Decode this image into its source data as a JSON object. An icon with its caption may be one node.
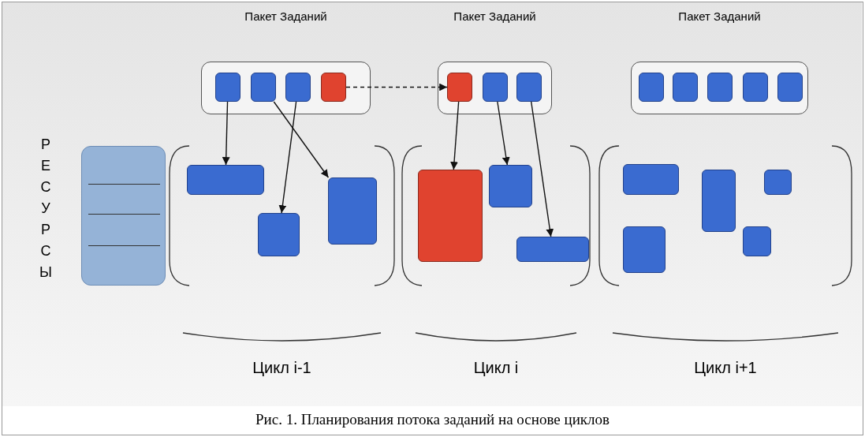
{
  "diagram": {
    "caption": "Рис. 1. Планирования потока заданий на основе циклов",
    "nodes": [
      {
        "text": [
          "Пакет Заданий"
        ]
      },
      {
        "text": [],
        "shape": "box",
        "in": 0
      },
      {
        "text": [],
        "shape": "box",
        "in": 0
      },
      {
        "text": [],
        "shape": "box",
        "in": 0
      },
      {
        "text": [],
        "shape": "box",
        "in": 0
      },
      {
        "text": [
          "Пакет Заданий"
        ]
      },
      {
        "text": [],
        "shape": "box",
        "in": 5
      },
      {
        "text": [],
        "shape": "box",
        "in": 5
      },
      {
        "text": [],
        "shape": "box",
        "in": 5
      },
      {
        "text": [
          "Пакет Заданий"
        ]
      },
      {
        "text": [],
        "shape": "box",
        "in": 9
      },
      {
        "text": [],
        "shape": "box",
        "in": 9
      },
      {
        "text": [],
        "shape": "box",
        "in": 9
      },
      {
        "text": [],
        "shape": "box",
        "in": 9
      },
      {
        "text": [],
        "shape": "box",
        "in": 9
      },
      {
        "text": [],
        "shape": "box",
        "beside": [
          "РЕСУРСЫ"
        ]
      },
      {
        "text": [
          "Цикл i-1"
        ]
      },
      {
        "text": [],
        "shape": "box",
        "in": 16
      },
      {
        "text": [],
        "shape": "box",
        "in": 16
      },
      {
        "text": [],
        "shape": "box",
        "in": 16
      },
      {
        "text": [
          "Цикл i"
        ]
      },
      {
        "text": [],
        "shape": "box",
        "in": 20
      },
      {
        "text": [],
        "shape": "box",
        "in": 20
      },
      {
        "text": [],
        "shape": "box",
        "in": 20
      },
      {
        "text": [
          "Цикл i+1"
        ]
      },
      {
        "text": [],
        "shape": "box",
        "in": 24
      },
      {
        "text": [],
        "shape": "box",
        "in": 24
      },
      {
        "text": [],
        "shape": "box",
        "in": 24
      },
      {
        "text": [],
        "shape": "box",
        "in": 24
      },
      {
        "text": [],
        "shape": "box",
        "in": 24
      }
    ],
    "edges": [
      {
        "from": 1,
        "to": 17,
        "arrow": "to"
      },
      {
        "from": 2,
        "to": 18,
        "arrow": "to"
      },
      {
        "from": 3,
        "to": 19,
        "arrow": "to"
      },
      {
        "from": 4,
        "to": 6,
        "arrow": "to",
        "style": "dashed"
      },
      {
        "from": 6,
        "to": 21,
        "arrow": "to"
      },
      {
        "from": 7,
        "to": 22,
        "arrow": "to"
      },
      {
        "from": 8,
        "to": 23,
        "arrow": "to"
      }
    ]
  }
}
